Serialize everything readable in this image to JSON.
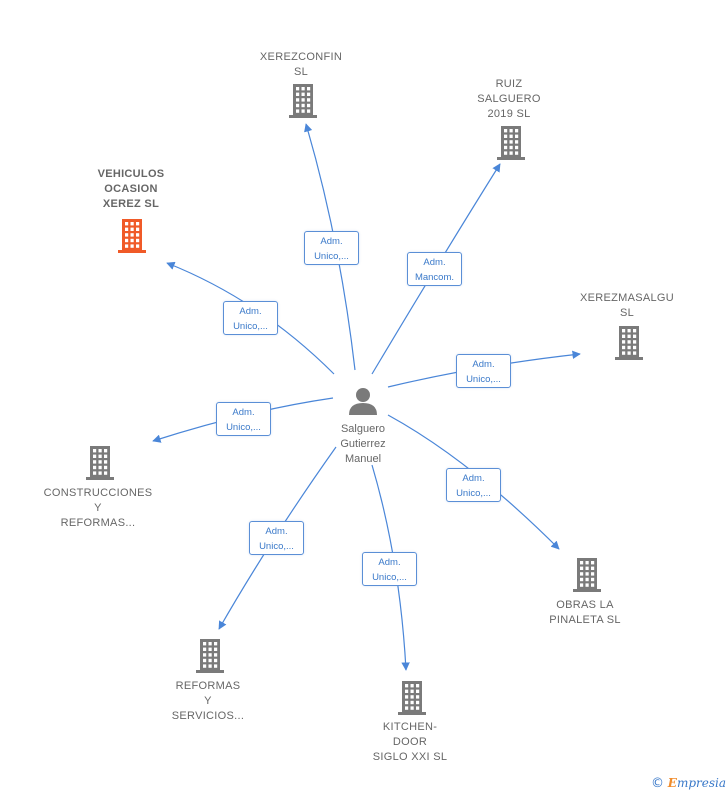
{
  "center": {
    "name": "Salguero\nGutierrez\nManuel"
  },
  "companies": [
    {
      "id": "xerezconfin",
      "name": "XEREZCONFIN\nSL",
      "highlight": false
    },
    {
      "id": "ruiz",
      "name": "RUIZ\nSALGUERO\n2019  SL",
      "highlight": false
    },
    {
      "id": "vehiculos",
      "name": "VEHICULOS\nOCASION\nXEREZ  SL",
      "highlight": true
    },
    {
      "id": "xerezmasalgu",
      "name": "XEREZMASALGU\nSL",
      "highlight": false
    },
    {
      "id": "construcciones",
      "name": "CONSTRUCCIONES\nY\nREFORMAS...",
      "highlight": false
    },
    {
      "id": "obras",
      "name": "OBRAS LA\nPINALETA  SL",
      "highlight": false
    },
    {
      "id": "reformas",
      "name": "REFORMAS\nY\nSERVICIOS...",
      "highlight": false
    },
    {
      "id": "kitchen",
      "name": "KITCHEN-\nDOOR\nSIGLO XXI SL",
      "highlight": false
    }
  ],
  "edges": [
    {
      "to": "xerezconfin",
      "line1": "Adm.",
      "line2": "Unico,..."
    },
    {
      "to": "ruiz",
      "line1": "Adm.",
      "line2": "Mancom."
    },
    {
      "to": "vehiculos",
      "line1": "Adm.",
      "line2": "Unico,..."
    },
    {
      "to": "xerezmasalgu",
      "line1": "Adm.",
      "line2": "Unico,..."
    },
    {
      "to": "construcciones",
      "line1": "Adm.",
      "line2": "Unico,..."
    },
    {
      "to": "obras",
      "line1": "Adm.",
      "line2": "Unico,..."
    },
    {
      "to": "reformas",
      "line1": "Adm.",
      "line2": "Unico,..."
    },
    {
      "to": "kitchen",
      "line1": "Adm.",
      "line2": "Unico,..."
    }
  ],
  "colors": {
    "edge": "#4a86d8",
    "building": "#7a7a7a",
    "building_highlight": "#f05a28",
    "person": "#7a7a7a"
  },
  "footer": {
    "copyright_symbol": "©",
    "brand_initial": "E",
    "brand_rest": "mpresia"
  }
}
